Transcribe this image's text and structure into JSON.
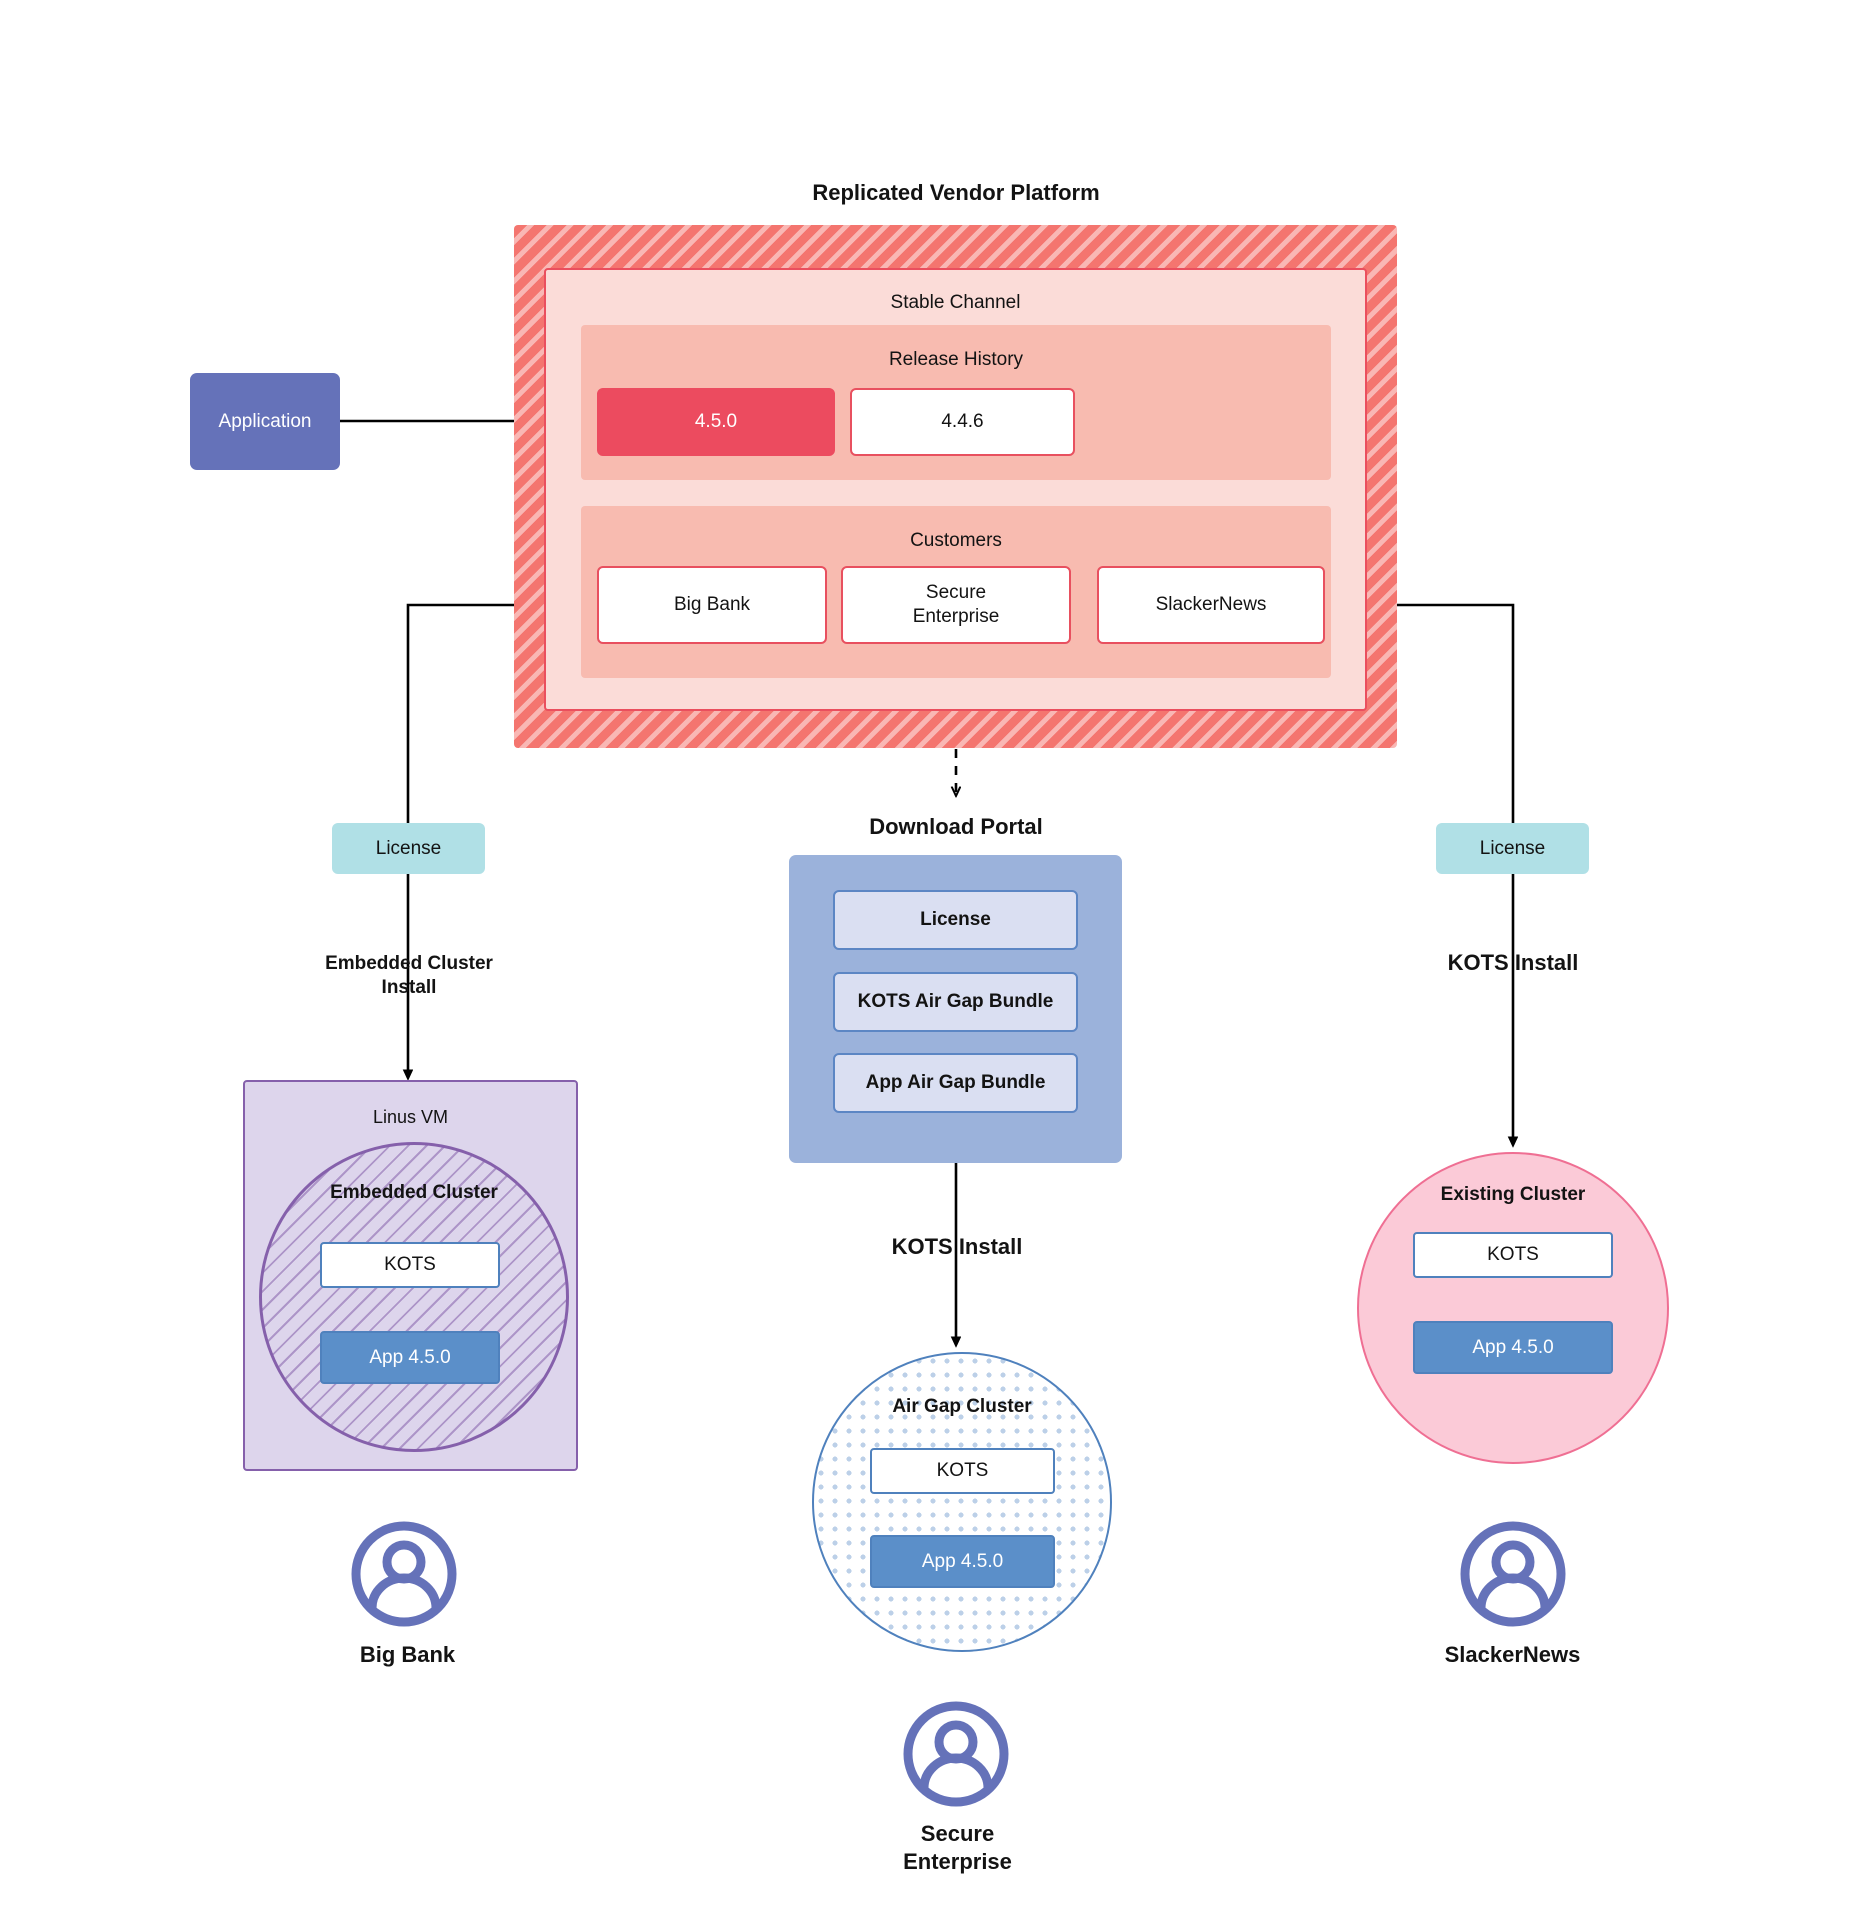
{
  "diagram": {
    "title": "Replicated Vendor Platform",
    "platform": {
      "stable_channel_label": "Stable Channel",
      "release_history_label": "Release History",
      "releases": [
        {
          "version": "4.5.0",
          "state": "active"
        },
        {
          "version": "4.4.6",
          "state": "idle"
        }
      ],
      "customers_label": "Customers",
      "customers": [
        {
          "name": "Big Bank"
        },
        {
          "name": "Secure\nEnterprise"
        },
        {
          "name": "SlackerNews"
        }
      ]
    },
    "application": {
      "label": "Application"
    },
    "left_path": {
      "license_label": "License",
      "install_label": "Embedded Cluster\nInstall",
      "vm_label": "Linus VM",
      "cluster_label": "Embedded Cluster",
      "kots_label": "KOTS",
      "app_label": "App 4.5.0",
      "customer_label": "Big Bank",
      "avatar_icon": "user-avatar-icon"
    },
    "center_path": {
      "portal_title": "Download  Portal",
      "portal_items": [
        {
          "label": "License"
        },
        {
          "label": "KOTS Air Gap Bundle"
        },
        {
          "label": "App Air Gap Bundle"
        }
      ],
      "install_label": "KOTS Install",
      "cluster_label": "Air Gap Cluster",
      "kots_label": "KOTS",
      "app_label": "App 4.5.0",
      "customer_label": "Secure\nEnterprise",
      "avatar_icon": "user-avatar-icon"
    },
    "right_path": {
      "license_label": "License",
      "install_label": "KOTS Install",
      "cluster_label": "Existing Cluster",
      "kots_label": "KOTS",
      "app_label": "App 4.5.0",
      "customer_label": "SlackerNews",
      "avatar_icon": "user-avatar-icon"
    },
    "colors": {
      "platform_hatch": "#f4756f",
      "stable_channel": "#fbdcd8",
      "release_band": "#f8bbb0",
      "release_active": "#ec4b5f",
      "release_border": "#e8505f",
      "application": "#6572b9",
      "license_chip": "#b0e0e6",
      "portal": "#9bb2db",
      "portal_item": "#dadff2",
      "portal_item_border": "#5c86c4",
      "linux_vm": "#ddd5ec",
      "linux_vm_border": "#8560ab",
      "airgap_border": "#4f81bd",
      "existing_cluster": "#fbcad7",
      "existing_cluster_border": "#ef6f93",
      "app_box": "#5b8fc9",
      "kots_border": "#4f81bd",
      "avatar": "#6572b9",
      "connector": "#000000"
    }
  }
}
